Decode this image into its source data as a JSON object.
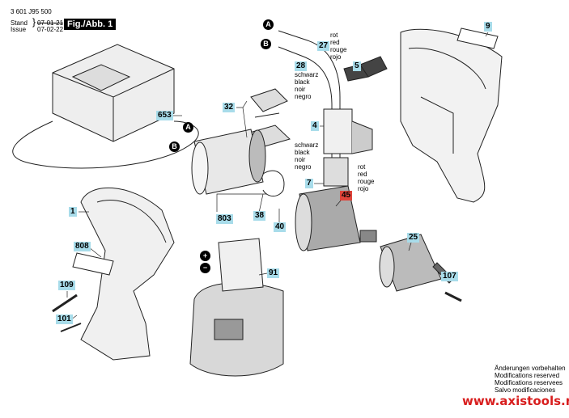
{
  "header": {
    "part_number": "3 601 J95 500",
    "stand_label": "Stand",
    "issue_label": "Issue",
    "stand_date": "07-01-21",
    "issue_date": "07-02-22",
    "figure_label": "Fig./Abb. 1"
  },
  "wire_colors": {
    "red": [
      "rot",
      "red",
      "rouge",
      "rojo"
    ],
    "black": [
      "schwarz",
      "black",
      "noir",
      "negro"
    ]
  },
  "connectors": {
    "a": "A",
    "b": "B",
    "plus": "+",
    "minus": "−"
  },
  "parts": [
    {
      "id": "9"
    },
    {
      "id": "653"
    },
    {
      "id": "32"
    },
    {
      "id": "1"
    },
    {
      "id": "803"
    },
    {
      "id": "38"
    },
    {
      "id": "40"
    },
    {
      "id": "45",
      "highlight": "#e0443a"
    },
    {
      "id": "25"
    },
    {
      "id": "808"
    },
    {
      "id": "109"
    },
    {
      "id": "91"
    },
    {
      "id": "107"
    },
    {
      "id": "101"
    },
    {
      "id": "27"
    },
    {
      "id": "28"
    },
    {
      "id": "5"
    },
    {
      "id": "4"
    },
    {
      "id": "7"
    }
  ],
  "footer": {
    "notes": [
      "Änderungen vorbehalten",
      "Modifications reserved",
      "Modifications reservees",
      "Salvo modificaciones"
    ],
    "website": "www.axistools.ru"
  },
  "colors": {
    "label_bg": "#a8dcea",
    "highlight": "#e0443a",
    "website": "#d81e1e"
  }
}
